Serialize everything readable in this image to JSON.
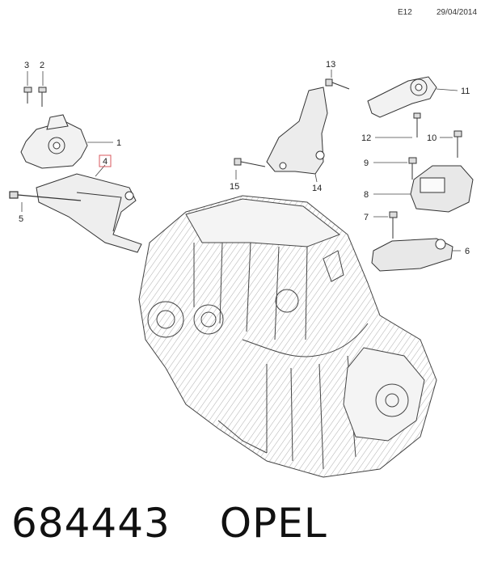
{
  "header": {
    "sheet_code": "E12",
    "date": "29/04/2014"
  },
  "callouts": {
    "c1": "1",
    "c2": "2",
    "c3": "3",
    "c4": "4",
    "c5": "5",
    "c6": "6",
    "c7": "7",
    "c8": "8",
    "c9": "9",
    "c10": "10",
    "c11": "11",
    "c12": "12",
    "c13": "13",
    "c14": "14",
    "c15": "15"
  },
  "highlight_color": "#d9575e",
  "footer": {
    "part_number": "684443",
    "brand": "OPEL"
  }
}
